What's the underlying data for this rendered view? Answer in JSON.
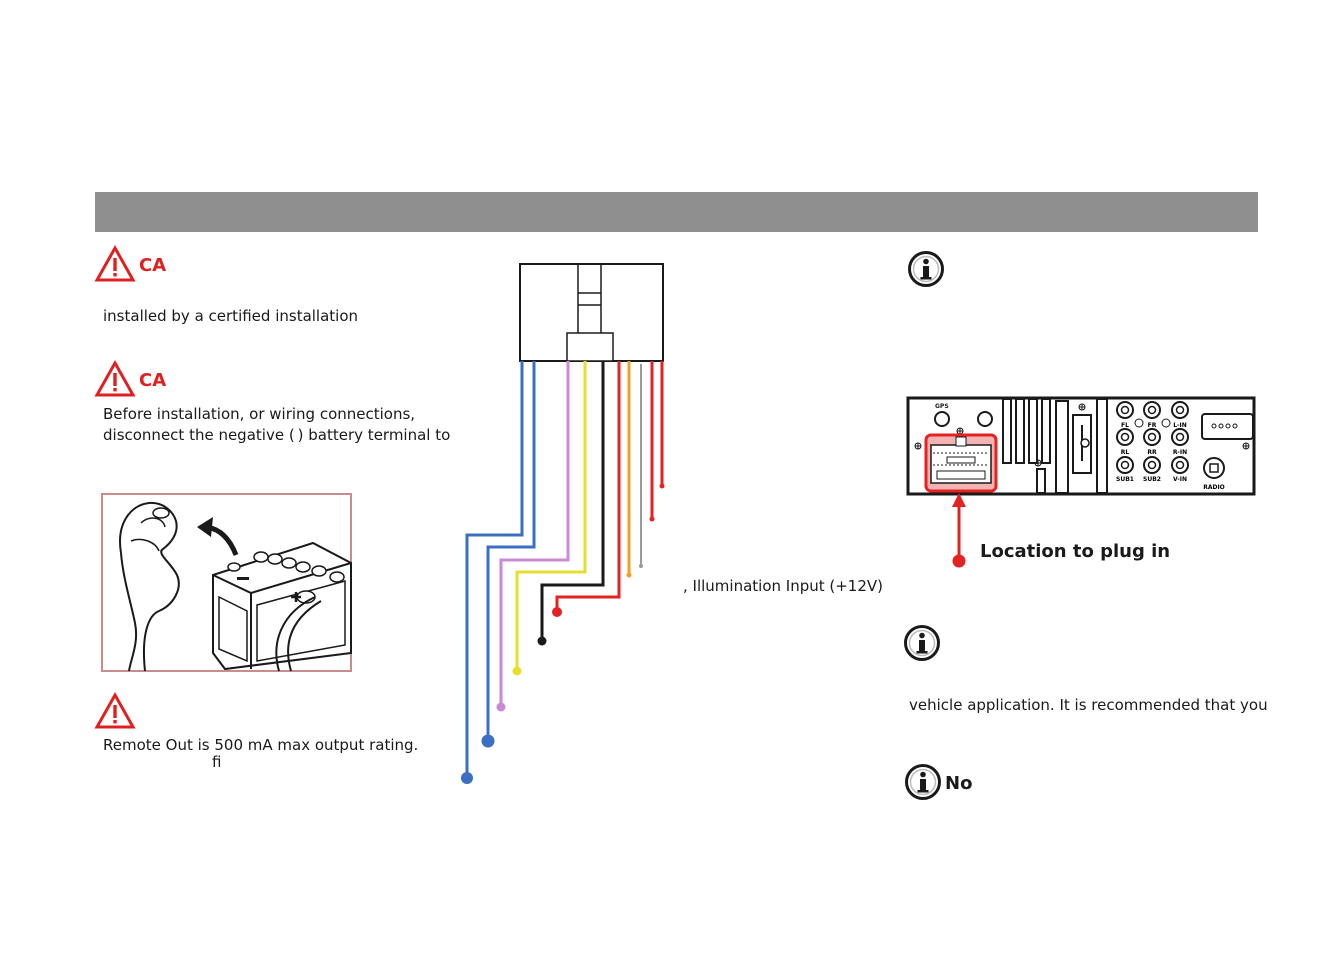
{
  "left": {
    "caution1": {
      "label": "CA",
      "text": "installed by a certified installation"
    },
    "caution2": {
      "label": "CA",
      "line1": "Before installation, or wiring connections,",
      "line2": "disconnect the negative ( ) battery terminal to"
    },
    "warning3": {
      "line1": "Remote Out is 500 mA max output rating.",
      "line2": "ﬁ"
    }
  },
  "middle": {
    "illumination_label": ", Illumination Input (+12V)",
    "wire_colors": {
      "blue": "#3a6fc4",
      "violet": "#c98ad6",
      "yellow": "#e6df2e",
      "black": "#1a1a1a",
      "red": "#e32222",
      "orange": "#f0a020",
      "gray": "#9a9a9a"
    }
  },
  "right": {
    "unit_labels": {
      "gps": "GPS",
      "fl": "FL",
      "fr": "FR",
      "lin": "L-IN",
      "rl": "RL",
      "rr": "RR",
      "rin": "R-IN",
      "sub1": "SUB1",
      "sub2": "SUB2",
      "vin": "V-IN",
      "radio": "RADIO"
    },
    "location_label": "Location to plug in",
    "note2_text": "vehicle application. It is recommended that you",
    "note3_label": "No"
  },
  "colors": {
    "caution_red": "#e02020",
    "header_gray": "#8f8f8f"
  }
}
